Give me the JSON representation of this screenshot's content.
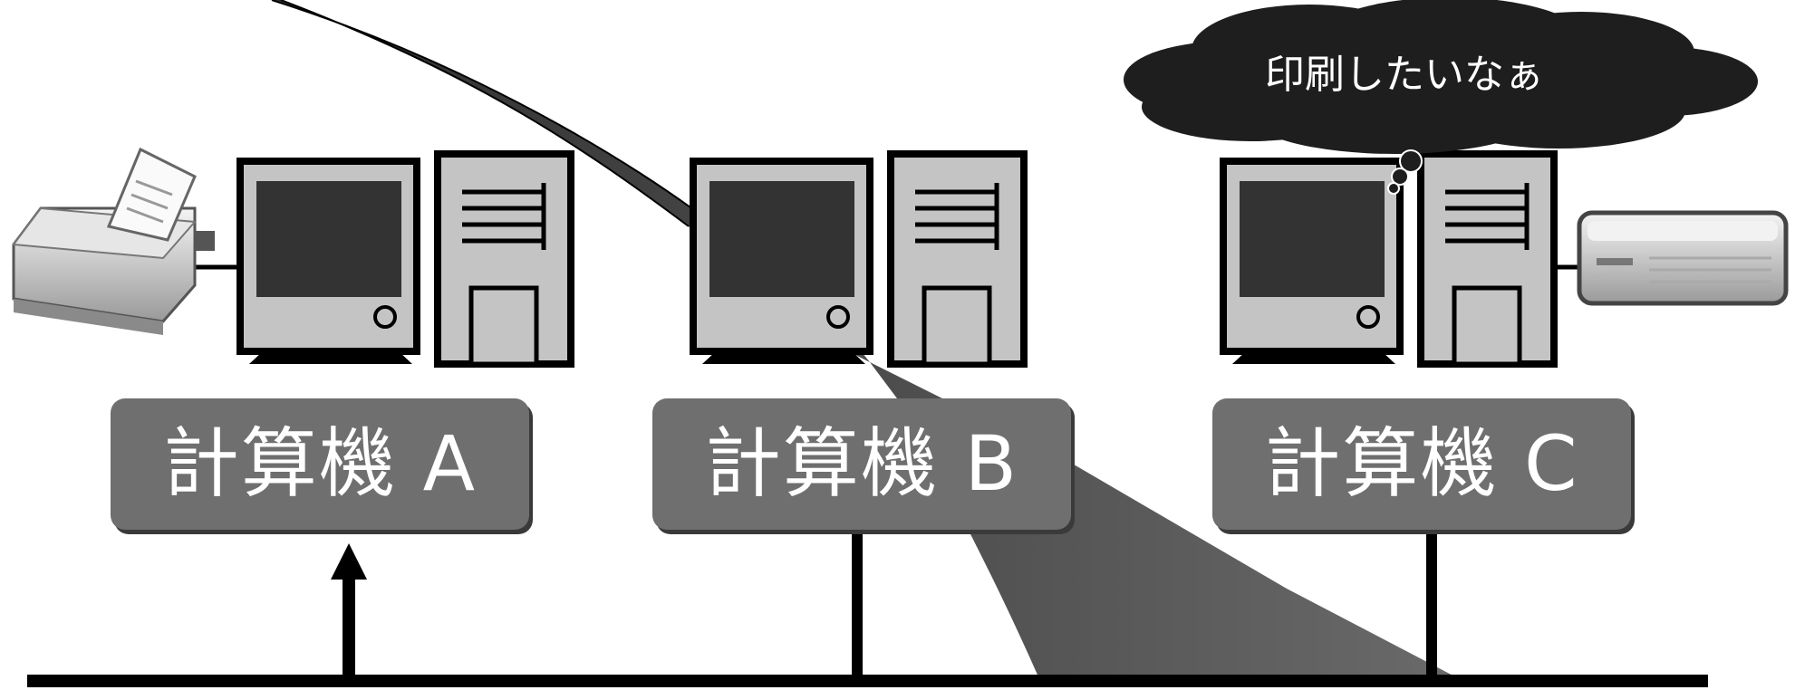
{
  "nodes": [
    {
      "id": "a",
      "label": "計算機 A"
    },
    {
      "id": "b",
      "label": "計算機 B"
    },
    {
      "id": "c",
      "label": "計算機 C"
    }
  ],
  "speech_bubble": {
    "text": "印刷したいなぁ"
  },
  "colors": {
    "monitor_body": "#c4c4c4",
    "screen": "#333333",
    "label_bg": "#6f6f6f",
    "beam": "#4a4a4a",
    "cloud": "#1e1e1e"
  },
  "icons": {
    "printer_left": "inkjet-printer-icon",
    "printer_right": "flat-printer-icon"
  }
}
